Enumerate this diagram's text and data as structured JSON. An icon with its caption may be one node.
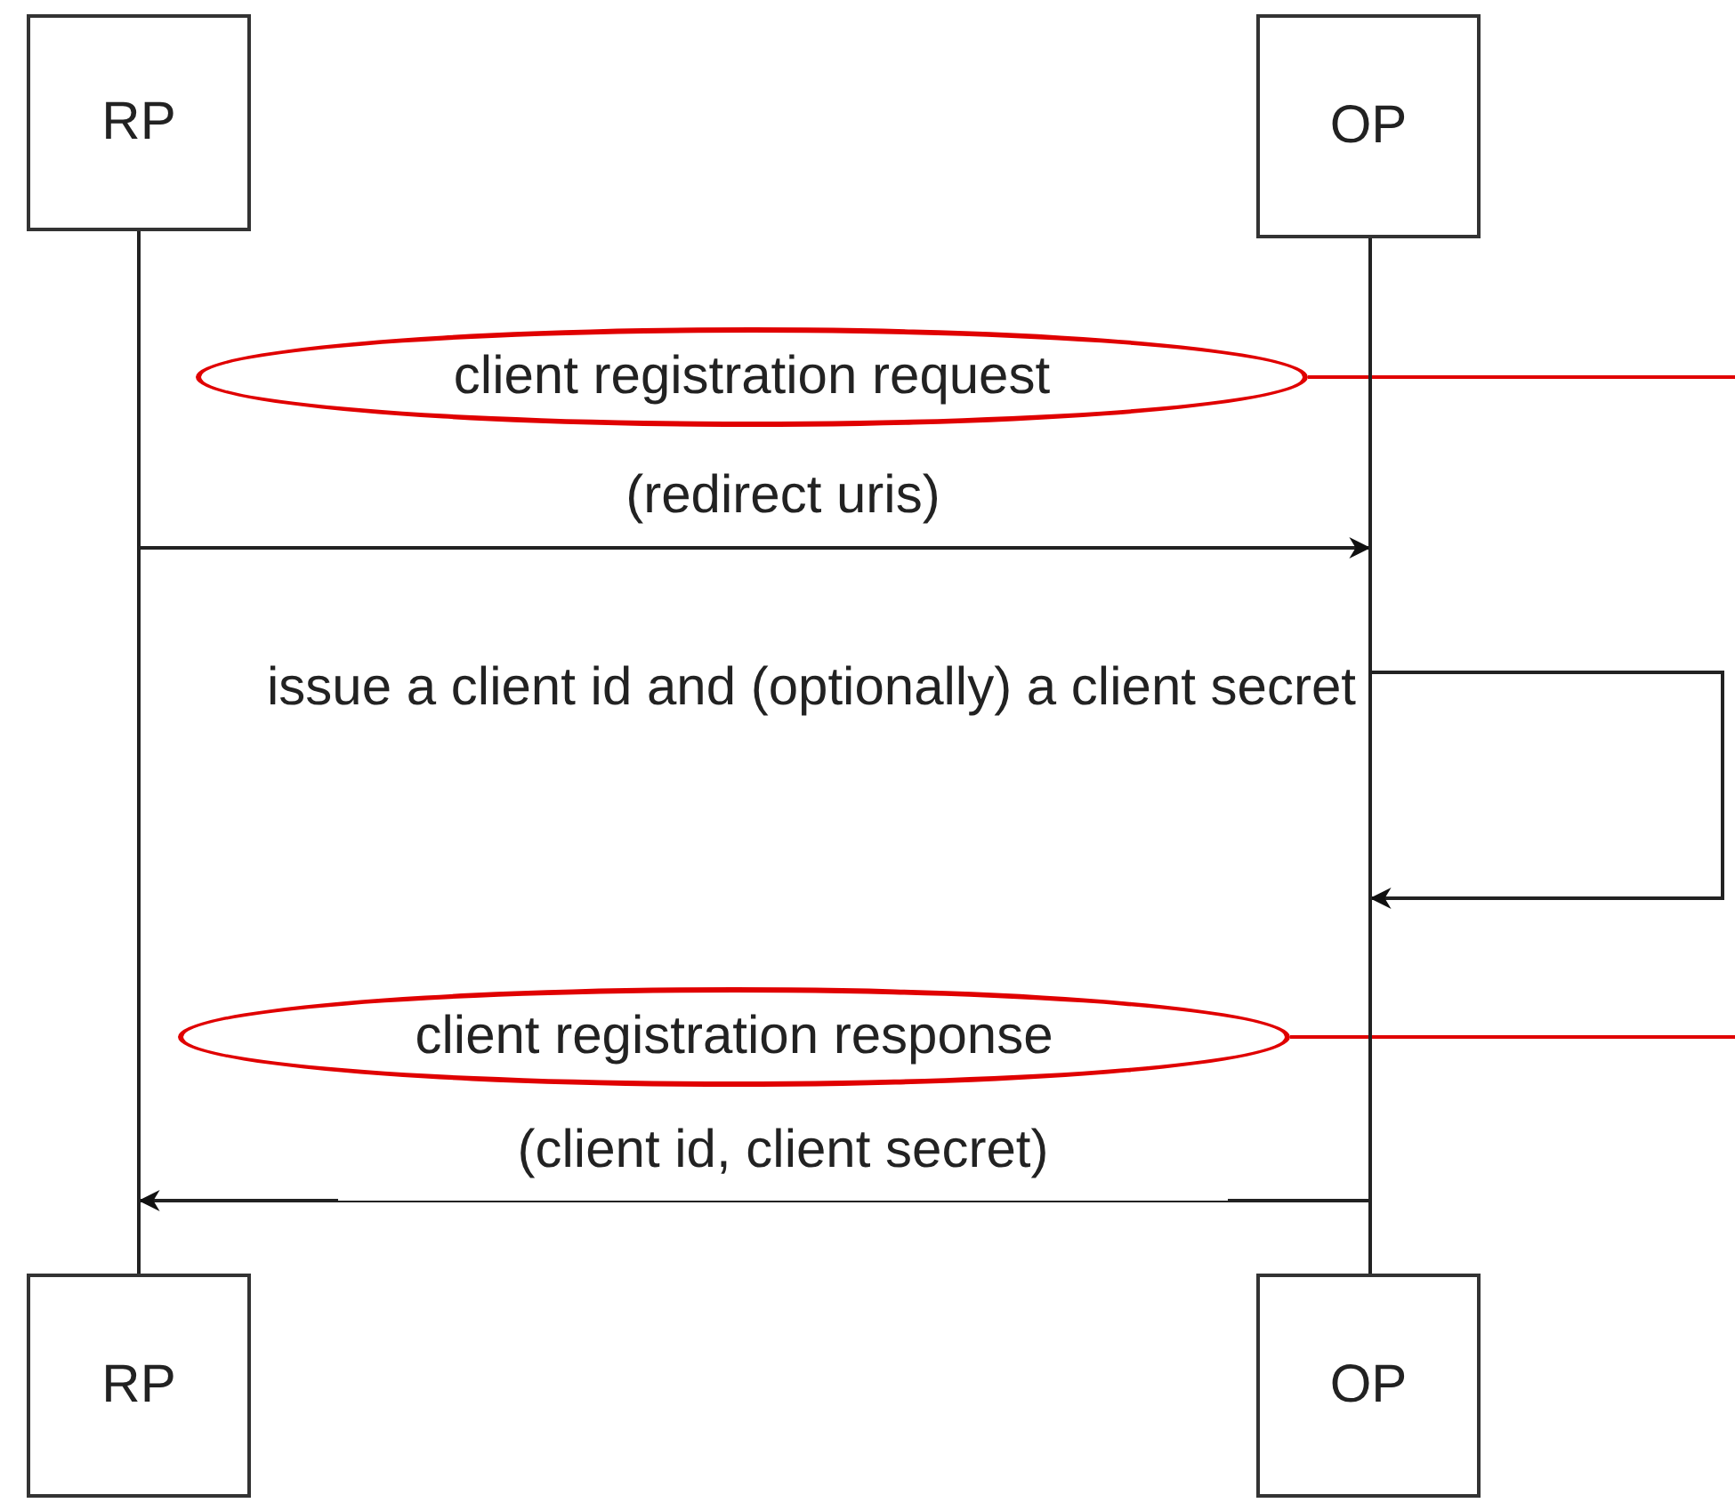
{
  "diagram": {
    "nodes": [
      {
        "text": [
          "RP"
        ]
      },
      {
        "text": [
          "OP"
        ]
      },
      {
        "text": [],
        "shape": "line"
      },
      {
        "text": [],
        "shape": "line"
      },
      {
        "text": [
          "client registration request"
        ]
      },
      {
        "text": [
          "client registration response"
        ]
      },
      {
        "text": [
          "RP"
        ]
      },
      {
        "text": [
          "OP"
        ]
      }
    ],
    "edges": [
      {
        "from": 2,
        "to": 3,
        "arrow": "to",
        "label": "(redirect uris)"
      },
      {
        "from": 3,
        "to": 3,
        "arrow": "to",
        "label": "issue a client id and (optionally) a client secret"
      },
      {
        "from": 3,
        "to": 2,
        "arrow": "to",
        "label": "(client id, client secret)"
      },
      {
        "from": 4,
        "to": null,
        "arrow": "none",
        "color": "#e00000"
      },
      {
        "from": 5,
        "to": null,
        "arrow": "none",
        "color": "#e00000"
      }
    ]
  }
}
